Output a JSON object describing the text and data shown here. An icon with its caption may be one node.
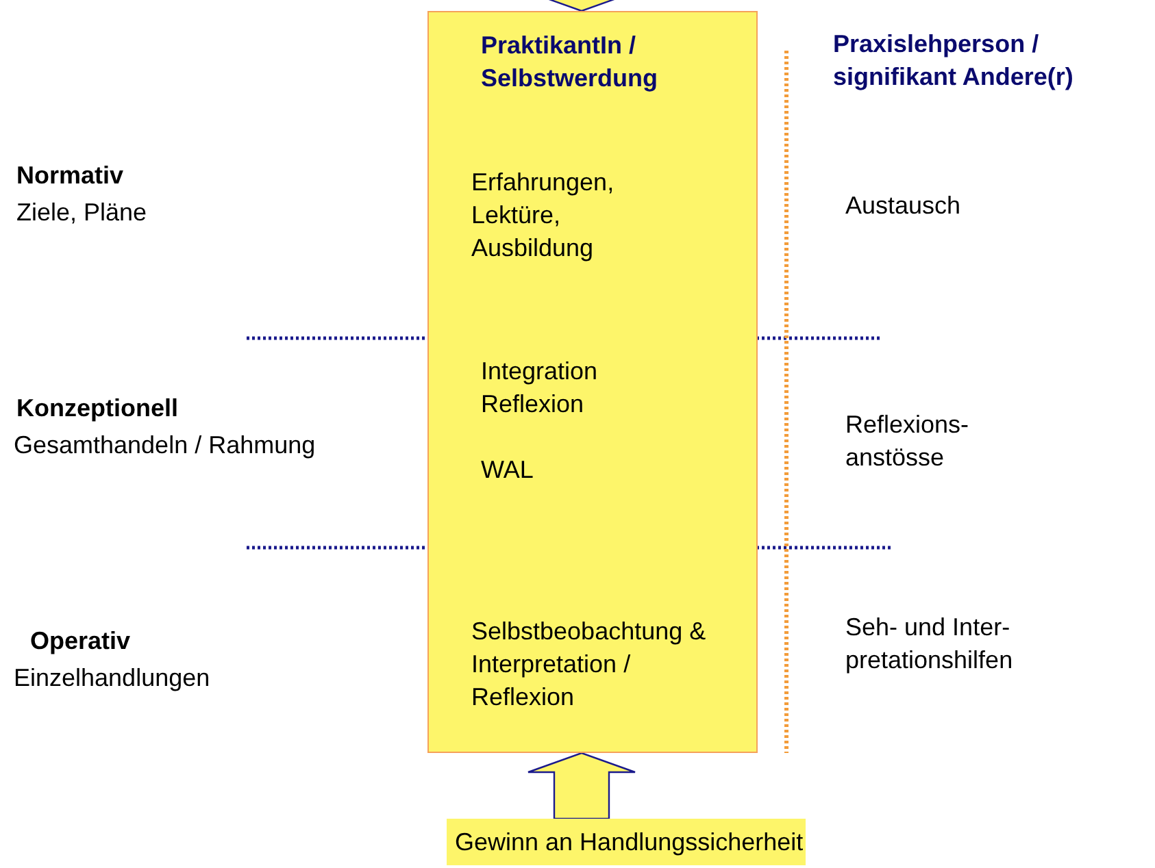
{
  "diagram": {
    "nodes": [
      {
        "text": [
          "PraktikantIn / Selbstwerdung",
          "Erfahrungen, Lektüre, Ausbildung",
          "Integration Reflexion",
          "WAL",
          "Selbstbeobachtung & Interpretation / Reflexion"
        ]
      },
      {
        "text": [
          "Gewinn an Handlungssicherheit"
        ]
      }
    ],
    "edges": [
      {
        "from": null,
        "to": 0,
        "arrow": "to"
      },
      {
        "from": 1,
        "to": 0,
        "arrow": "to"
      }
    ],
    "labels": [
      "Praxislehperson / signifikant Andere(r)",
      "Normativ",
      "Ziele, Pläne",
      "Austausch",
      "Konzeptionell",
      "Gesamthandeln / Rahmung",
      "Reflexions- anstösse",
      "Operativ",
      "Einzelhandlungen",
      "Seh- und Inter- pretationshilfen"
    ]
  }
}
